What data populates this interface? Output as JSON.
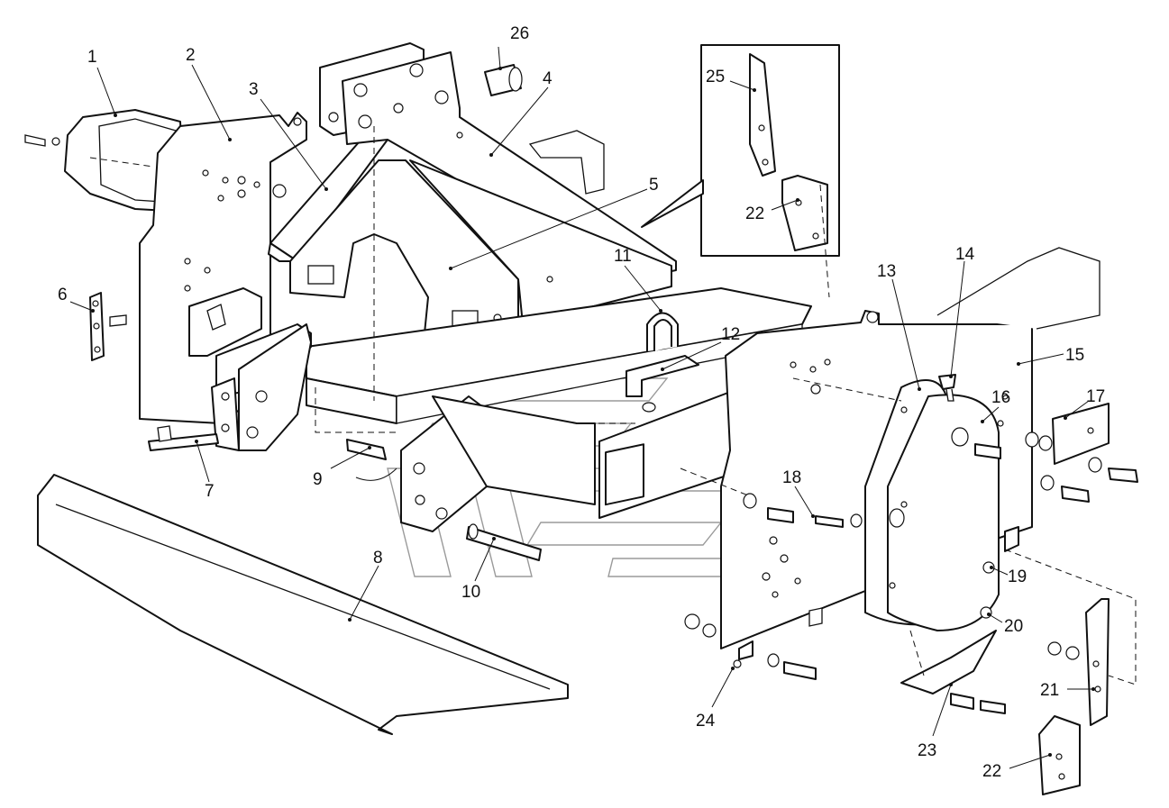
{
  "callouts": [
    {
      "id": "c1",
      "label": "1"
    },
    {
      "id": "c2",
      "label": "2"
    },
    {
      "id": "c3",
      "label": "3"
    },
    {
      "id": "c4",
      "label": "4"
    },
    {
      "id": "c5",
      "label": "5"
    },
    {
      "id": "c6",
      "label": "6"
    },
    {
      "id": "c7",
      "label": "7"
    },
    {
      "id": "c8",
      "label": "8"
    },
    {
      "id": "c9",
      "label": "9"
    },
    {
      "id": "c10",
      "label": "10"
    },
    {
      "id": "c11",
      "label": "11"
    },
    {
      "id": "c12",
      "label": "12"
    },
    {
      "id": "c13",
      "label": "13"
    },
    {
      "id": "c14",
      "label": "14"
    },
    {
      "id": "c15",
      "label": "15"
    },
    {
      "id": "c16",
      "label": "16"
    },
    {
      "id": "c17",
      "label": "17"
    },
    {
      "id": "c18",
      "label": "18"
    },
    {
      "id": "c19",
      "label": "19"
    },
    {
      "id": "c20",
      "label": "20"
    },
    {
      "id": "c21",
      "label": "21"
    },
    {
      "id": "c22",
      "label": "22"
    },
    {
      "id": "c23",
      "label": "23"
    },
    {
      "id": "c24",
      "label": "24"
    },
    {
      "id": "c25",
      "label": "25"
    },
    {
      "id": "c26",
      "label": "26"
    },
    {
      "id": "c22b",
      "label": "22"
    }
  ]
}
